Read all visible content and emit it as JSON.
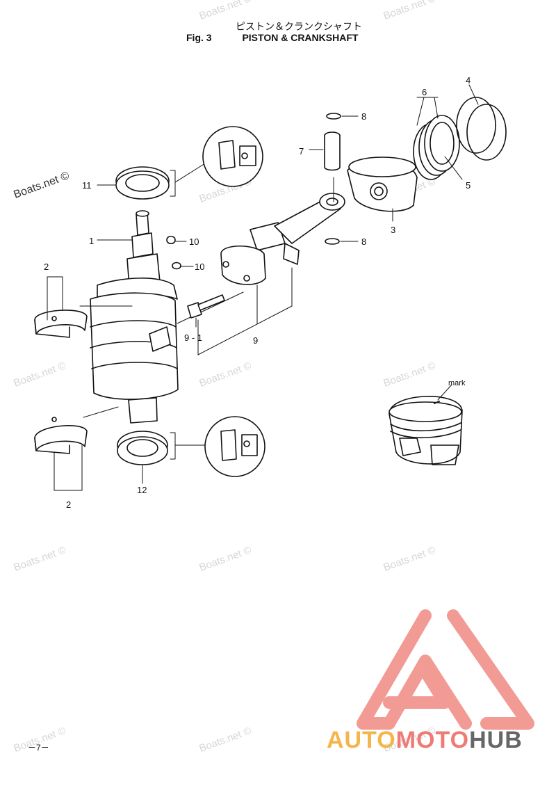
{
  "title": {
    "japanese": "ピストン＆クランクシャフト",
    "fig_label": "Fig. 3",
    "english": "PISTON & CRANKSHAFT"
  },
  "watermark": "Boats.net ©",
  "callouts": {
    "c1": "1",
    "c2a": "2",
    "c2b": "2",
    "c3": "3",
    "c4": "4",
    "c5": "5",
    "c6": "6",
    "c7": "7",
    "c8a": "8",
    "c8b": "8",
    "c9": "9",
    "c9_1": "9 - 1",
    "c10a": "10",
    "c10b": "10",
    "c11": "11",
    "c12": "12"
  },
  "mark_label": "mark",
  "page_number": "－7－",
  "logo": {
    "part1": "AUTO",
    "part2": "MOTO",
    "part3": "HUB"
  },
  "colors": {
    "logo_auto": "#f4b64a",
    "logo_moto": "#f07a74",
    "logo_hub": "#666666",
    "logo_triangle": "#f29a94"
  }
}
